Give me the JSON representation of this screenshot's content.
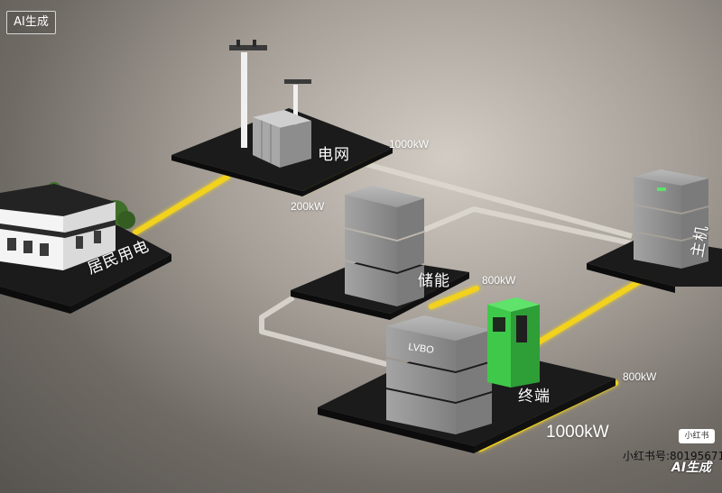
{
  "badge": "AI生成",
  "nodes": {
    "residential": "居民用电",
    "grid": "电网",
    "storage": "储能",
    "host": "主机",
    "terminal": "终端"
  },
  "flows": {
    "grid_out": "1000kW",
    "to_storage": "200kW",
    "storage_out": "800kW",
    "host_out": "800kW",
    "terminal_total": "1000kW"
  },
  "cabinet_brand": "LVBO",
  "watermark": {
    "account": "小红书号:80195671...",
    "mark": "AI生成",
    "chip": "小红书"
  },
  "colors": {
    "platform": "#1b1b1b",
    "glow_path": "#f2d21c",
    "gray_path": "#d9d5ce",
    "charger_green": "#3fc94a",
    "cabinet": "#8f8f8f"
  }
}
